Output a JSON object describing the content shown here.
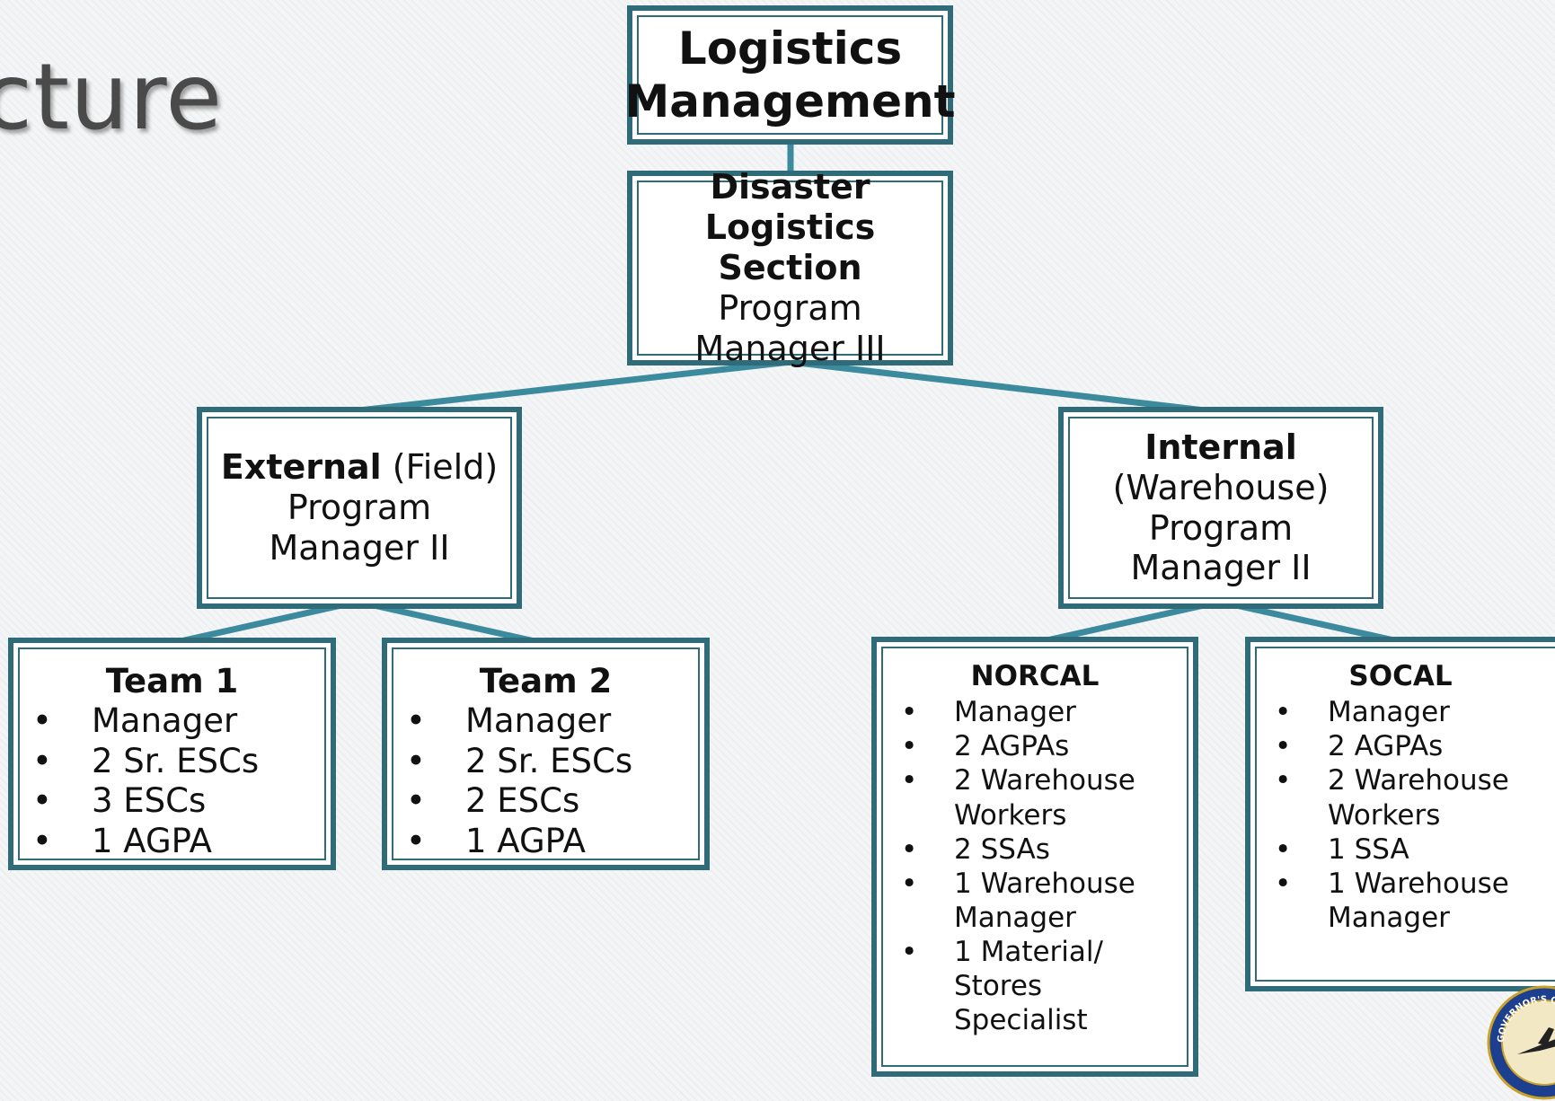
{
  "slide": {
    "title_fragment": "cture"
  },
  "colors": {
    "box_border": "#2f6b79",
    "connector": "#3b8a9e"
  },
  "org_chart": {
    "root": {
      "line1": "Logistics",
      "line2": "Management"
    },
    "section": {
      "bold_line1": "Disaster",
      "bold_line2": "Logistics Section",
      "line3": "Program",
      "line4": "Manager III"
    },
    "external": {
      "bold": "External",
      "suffix": " (Field)",
      "line2": "Program",
      "line3": "Manager II"
    },
    "internal": {
      "bold": "Internal",
      "line2": "(Warehouse)",
      "line3": "Program",
      "line4": "Manager II"
    },
    "team1": {
      "title": "Team 1",
      "items": [
        "Manager",
        "2 Sr. ESCs",
        "3 ESCs",
        "1 AGPA"
      ]
    },
    "team2": {
      "title": "Team 2",
      "items": [
        "Manager",
        "2 Sr. ESCs",
        "2 ESCs",
        "1 AGPA"
      ]
    },
    "norcal": {
      "title": "NORCAL",
      "items": [
        "Manager",
        "2 AGPAs",
        "2 Warehouse Workers",
        "2 SSAs",
        "1 Warehouse Manager",
        "1 Material/ Stores Specialist"
      ]
    },
    "socal": {
      "title": "SOCAL",
      "items": [
        "Manager",
        "2 AGPAs",
        "2 Warehouse Workers",
        "1 SSA",
        "1 Warehouse Manager"
      ]
    }
  },
  "seal": {
    "text": "GOVERNOR'S OFFICE"
  },
  "bullet_char": "•"
}
